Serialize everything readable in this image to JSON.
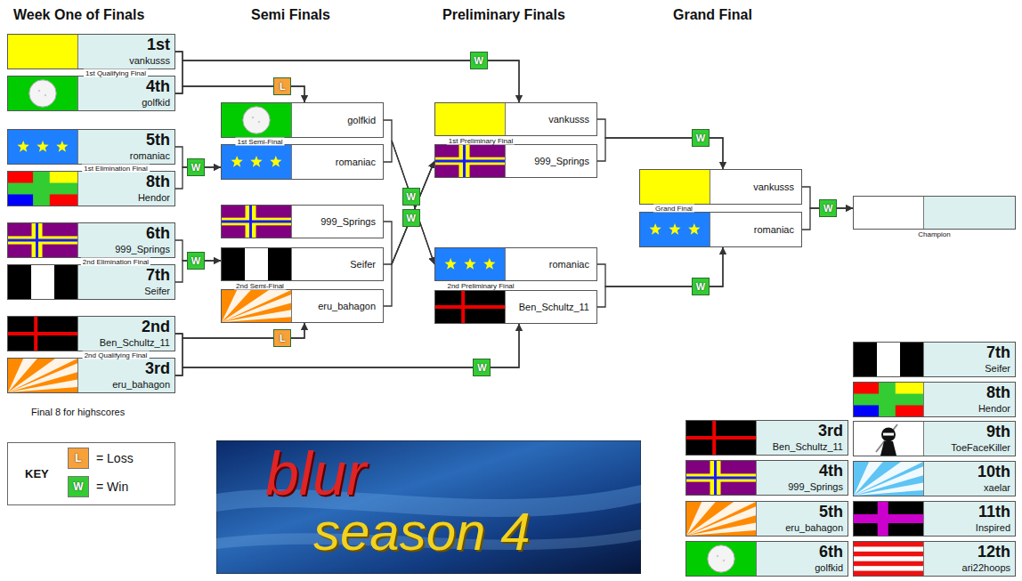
{
  "diagram": {
    "nodes": [
      {
        "text": [
          "1st",
          "vankusss"
        ]
      },
      {
        "text": [
          "4th",
          "golfkid"
        ]
      },
      {
        "text": [
          "5th",
          "romaniac"
        ]
      },
      {
        "text": [
          "8th",
          "Hendor"
        ]
      },
      {
        "text": [
          "6th",
          "999_Springs"
        ]
      },
      {
        "text": [
          "7th",
          "Seifer"
        ]
      },
      {
        "text": [
          "2nd",
          "Ben_Schultz_11"
        ]
      },
      {
        "text": [
          "3rd",
          "eru_bahagon"
        ]
      },
      {
        "text": [
          "golfkid"
        ]
      },
      {
        "text": [
          "romaniac"
        ]
      },
      {
        "text": [
          "999_Springs"
        ]
      },
      {
        "text": [
          "Seifer"
        ]
      },
      {
        "text": [
          "eru_bahagon"
        ]
      },
      {
        "text": [
          "vankusss"
        ]
      },
      {
        "text": [
          "999_Springs"
        ]
      },
      {
        "text": [
          "romaniac"
        ]
      },
      {
        "text": [
          "Ben_Schultz_11"
        ]
      },
      {
        "text": [
          "vankusss"
        ]
      },
      {
        "text": [
          "romaniac"
        ]
      },
      {
        "text": [
          "Champion"
        ]
      },
      {
        "text": [
          "3rd",
          "Ben_Schultz_11"
        ]
      },
      {
        "text": [
          "4th",
          "999_Springs"
        ]
      },
      {
        "text": [
          "5th",
          "eru_bahagon"
        ]
      },
      {
        "text": [
          "6th",
          "golfkid"
        ]
      },
      {
        "text": [
          "7th",
          "Seifer"
        ]
      },
      {
        "text": [
          "8th",
          "Hendor"
        ]
      },
      {
        "text": [
          "9th",
          "ToeFaceKiller"
        ]
      },
      {
        "text": [
          "10th",
          "xaelar"
        ]
      },
      {
        "text": [
          "11th",
          "Inspired"
        ]
      },
      {
        "text": [
          "12th",
          "ari22hoops"
        ]
      }
    ],
    "edges": [
      {
        "from": 0,
        "to": 13,
        "arrow": "to",
        "label": "W"
      },
      {
        "from": 1,
        "to": 13,
        "arrow": "to"
      },
      {
        "from": 0,
        "to": 8,
        "arrow": "to"
      },
      {
        "from": 1,
        "to": 8,
        "arrow": "to",
        "label": "L"
      },
      {
        "from": 2,
        "to": 9,
        "arrow": "to",
        "label": "W"
      },
      {
        "from": 3,
        "to": 9,
        "arrow": "to"
      },
      {
        "from": 4,
        "to": 11,
        "arrow": "to",
        "label": "W"
      },
      {
        "from": 5,
        "to": 11,
        "arrow": "to"
      },
      {
        "from": 6,
        "to": 12,
        "arrow": "to",
        "label": "L"
      },
      {
        "from": 7,
        "to": 12,
        "arrow": "to"
      },
      {
        "from": 6,
        "to": 16,
        "arrow": "to",
        "label": "W"
      },
      {
        "from": 7,
        "to": 16,
        "arrow": "to"
      },
      {
        "from": 8,
        "to": 15,
        "arrow": "to",
        "label": "W"
      },
      {
        "from": 9,
        "to": 15,
        "arrow": "to"
      },
      {
        "from": 10,
        "to": 14,
        "arrow": "to",
        "label": "W"
      },
      {
        "from": 11,
        "to": 14,
        "arrow": "to"
      },
      {
        "from": 12,
        "to": 14,
        "arrow": "to"
      },
      {
        "from": 13,
        "to": 17,
        "arrow": "to",
        "label": "W"
      },
      {
        "from": 14,
        "to": 17,
        "arrow": "to"
      },
      {
        "from": 15,
        "to": 18,
        "arrow": "to",
        "label": "W"
      },
      {
        "from": 16,
        "to": 18,
        "arrow": "to"
      },
      {
        "from": 17,
        "to": 19,
        "arrow": "to",
        "label": "W"
      },
      {
        "from": 18,
        "to": 19,
        "arrow": "to"
      }
    ],
    "labels": [
      "Week One of Finals",
      "Semi Finals",
      "Preliminary Finals",
      "Grand Final",
      "1st Qualifying Final",
      "1st Elimination Final",
      "2nd Elimination Final",
      "2nd Qualifying Final",
      "1st Semi-Final",
      "2nd Semi-Final",
      "1st Preliminary Final",
      "2nd Preliminary Final",
      "Grand Final",
      "Final 8 for highscores",
      "KEY",
      "L",
      "W",
      "blur",
      "season 4"
    ],
    "legend": [
      {
        "text": "= Loss",
        "color": "#f7a13a"
      },
      {
        "text": "= Win",
        "color": "#33cc33"
      }
    ]
  }
}
